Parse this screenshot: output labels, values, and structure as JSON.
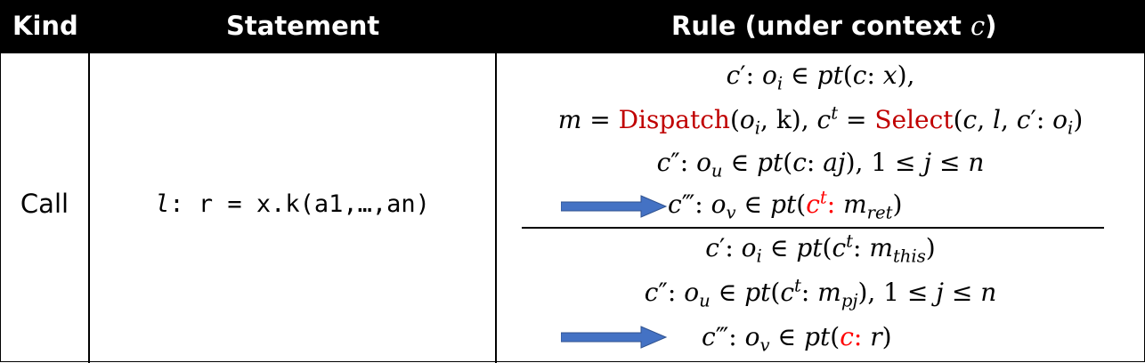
{
  "headers": {
    "kind": "Kind",
    "statement": "Statement",
    "rule_prefix": "Rule (under context ",
    "rule_var": "c",
    "rule_suffix": ")"
  },
  "row": {
    "kind": "Call",
    "statement_label": "l",
    "statement_code": ": r = x.k(a1,…,an)"
  },
  "premises": {
    "line1": "c′: oi ∈ pt(c: x),",
    "line2_pre": "m = ",
    "dispatch": "Dispatch",
    "line2_mid": "(oi, k), ct = ",
    "select": "Select",
    "line2_post": "(c, l, c′: oi)",
    "line3": "c″: ou ∈ pt(c: aj), 1 ≤ j ≤ n",
    "line4": "c‴: ov ∈ pt(ct: mret)"
  },
  "conclusions": {
    "line1": "c′: oi ∈ pt(ct: mthis)",
    "line2": "c″: ou ∈ pt(ct: mpj), 1 ≤ j ≤ n",
    "line3": "c‴: ov ∈ pt(c: r)"
  },
  "colors": {
    "dispatch_select": "#c00000",
    "highlight": "#ff0000",
    "arrow": "#4472c4",
    "header_bg": "#000000"
  }
}
